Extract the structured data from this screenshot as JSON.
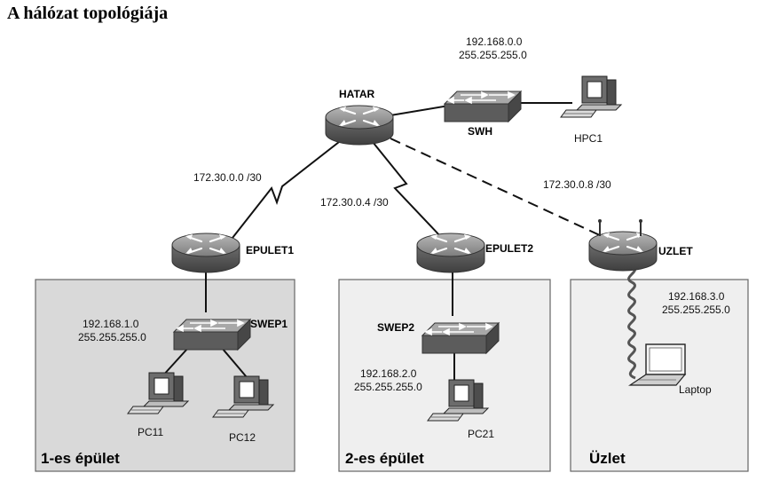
{
  "title": "A hálózat topológiája",
  "zones": {
    "building1": "1-es épület",
    "building2": "2-es épület",
    "shop": "Üzlet"
  },
  "devices": {
    "hatar": "HATAR",
    "swh": "SWH",
    "hpc1": "HPC1",
    "epulet1": "EPULET1",
    "epulet2": "EPULET2",
    "uzlet": "UZLET",
    "swep1": "SWEP1",
    "swep2": "SWEP2",
    "pc11": "PC11",
    "pc12": "PC12",
    "pc21": "PC21",
    "laptop": "Laptop"
  },
  "networks": {
    "hq_ip": "192.168.0.0",
    "hq_mask": "255.255.255.0",
    "wan1": "172.30.0.0 /30",
    "wan2": "172.30.0.4 /30",
    "wan3": "172.30.0.8 /30",
    "b1_ip": "192.168.1.0",
    "b1_mask": "255.255.255.0",
    "b2_ip": "192.168.2.0",
    "b2_mask": "255.255.255.0",
    "shop_ip": "192.168.3.0",
    "shop_mask": "255.255.255.0"
  },
  "colors": {
    "zone_fill_building1": "#d9d9d9",
    "zone_fill_other": "#efefef",
    "device_gray": "#8a8a8a"
  }
}
